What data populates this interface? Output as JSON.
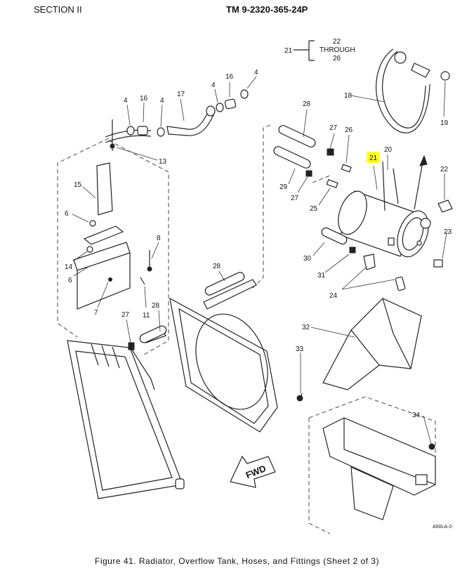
{
  "header": {
    "section": "SECTION II",
    "tm_number": "TM 9-2320-365-24P"
  },
  "figure": {
    "caption": "Figure 41. Radiator, Overflow Tank, Hoses, and Fittings (Sheet 2 of 3)",
    "drawing_id": "A50LA-2-",
    "fwd_label": "FWD",
    "through_box": {
      "ref": "21",
      "line1": "22",
      "line2": "THROUGH",
      "line3": "26"
    },
    "highlighted_callout": "21"
  },
  "callouts": {
    "c4a": "4",
    "c16a": "16",
    "c4b": "4",
    "c17": "17",
    "c4c": "4",
    "c16b": "16",
    "c4d": "4",
    "c13": "13",
    "c15": "15",
    "c6a": "6",
    "c14": "14",
    "c6b": "6",
    "c7": "7",
    "c8": "8",
    "c11": "11",
    "c27a": "27",
    "c28a": "28",
    "c28b": "28",
    "c28c": "28",
    "c29": "29",
    "c27b": "27",
    "c27c": "27",
    "c26": "26",
    "c25": "25",
    "c21": "21",
    "c20": "20",
    "c22": "22",
    "c23": "23",
    "c18": "18",
    "c19": "19",
    "c30": "30",
    "c31": "31",
    "c24": "24",
    "c32": "32",
    "c33": "33",
    "c34": "34"
  }
}
